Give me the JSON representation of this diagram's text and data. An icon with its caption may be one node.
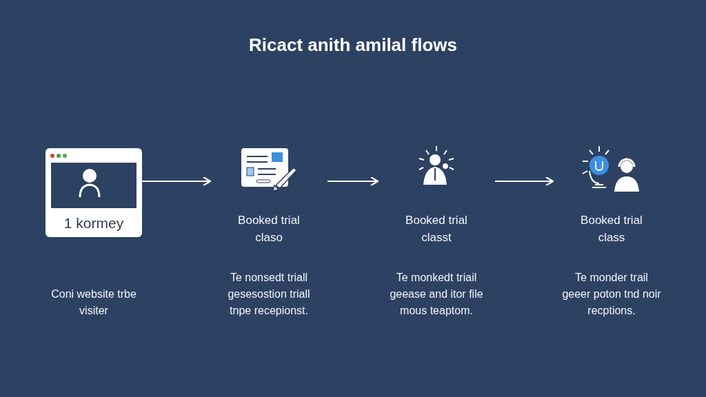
{
  "diagram": {
    "title": "Ricact anith amilal flows",
    "nodes": [
      {
        "text": [
          "1 kormey"
        ]
      },
      {
        "text": [
          "Booked trial claso",
          "Te nonsedt triall gesesostion triall tnpe recepionst."
        ]
      },
      {
        "text": [
          "Booked trial classt",
          "Te monkedt triail geease and itor file mous teaptom."
        ]
      },
      {
        "text": [
          "Booked trial class",
          "Te monder trail geeer poton tnd noir recptions."
        ]
      }
    ],
    "edges": [
      {
        "from": 0,
        "to": 1,
        "arrow": "to"
      },
      {
        "from": 1,
        "to": 2,
        "arrow": "to"
      },
      {
        "from": 2,
        "to": 3,
        "arrow": "to"
      }
    ],
    "labels": [
      "Coni website trbe visiter"
    ]
  }
}
